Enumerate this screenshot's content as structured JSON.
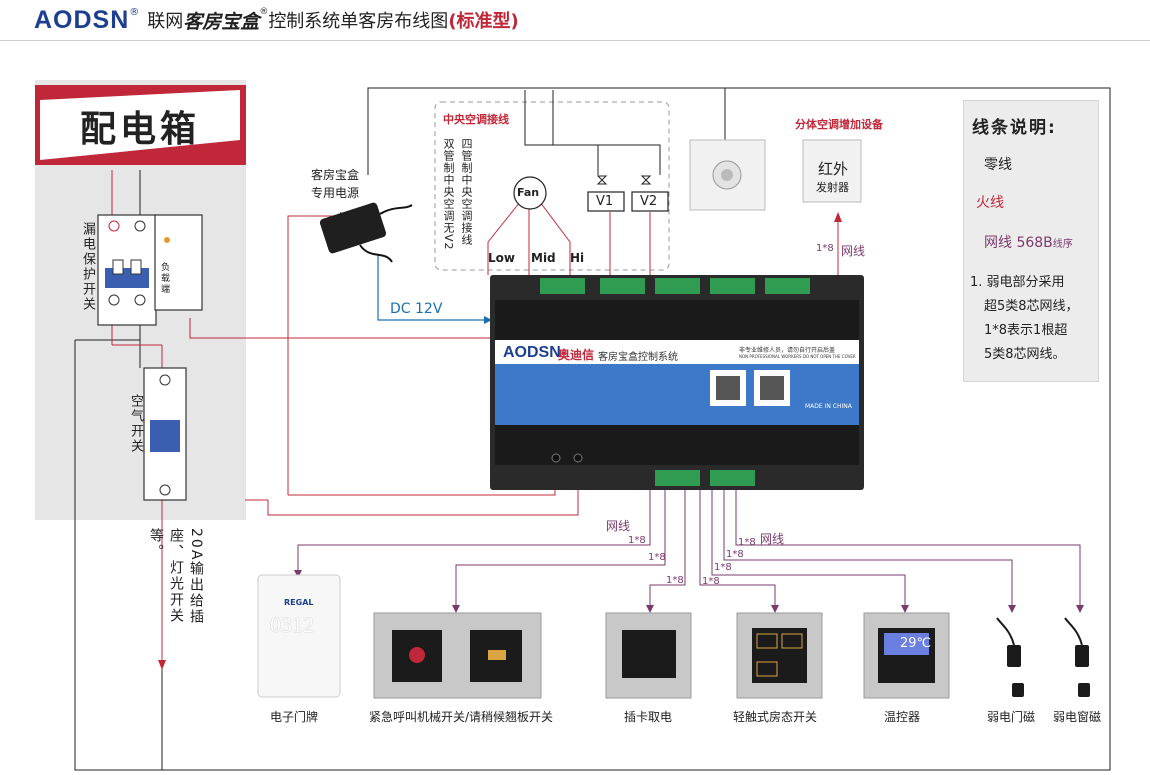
{
  "header": {
    "brand": "AODSN",
    "title_prefix": "联网",
    "title_product": "客房宝盒",
    "registered": "®",
    "title_main": "控制系统单客房布线图",
    "title_type": "(标准型)"
  },
  "distribution_box": {
    "title": "配电箱",
    "leakage_switch": "漏电保护开关",
    "air_switch": "空气开关",
    "load_label": "负载端",
    "lighting_output": "20A输出给插座、灯光开关等。"
  },
  "power_supply": {
    "label_line1": "客房宝盒",
    "label_line2": "专用电源",
    "dc": "DC 12V"
  },
  "central_ac": {
    "title": "中央空调接线",
    "four_pipe": "四管制中央空调接线",
    "two_pipe": "双管制中央空调无V2",
    "fan": "Fan",
    "v1": "V1",
    "v2": "V2",
    "speeds": [
      "Low",
      "Mid",
      "Hi"
    ]
  },
  "split_ac": {
    "title": "分体空调增加设备",
    "ir_line1": "红外",
    "ir_line2": "发射器",
    "cable": "1*8",
    "cable_name": "网线"
  },
  "controller": {
    "brand": "AODSN",
    "brand_cn": "奥迪信",
    "name": "客房宝盒控制系统",
    "warning": "非专业维修人员，请勿自行开启后盖",
    "warning_en": "NON PROFESSIONAL WORKERS DO NOT OPEN THE COVER",
    "made_in": "MADE IN CHINA"
  },
  "legend": {
    "title": "线条说明:",
    "neutral": "零线",
    "live": "火线",
    "network": "网线 568B",
    "network_suffix": "线序",
    "notes": [
      "1. 弱电部分采用",
      "超5类8芯网线，",
      "1*8表示1根超",
      "5类8芯网线。"
    ],
    "colors": {
      "neutral": "#222222",
      "live": "#c0283a",
      "network": "#7b3a6d",
      "dc": "#1a6fb0"
    }
  },
  "cable_labels": {
    "net": "网线",
    "spec": "1*8"
  },
  "devices": [
    {
      "name": "电子门牌",
      "room": "0312",
      "brand": "REGAL"
    },
    {
      "name": "紧急呼叫机械开关/请稍候翘板开关"
    },
    {
      "name": "插卡取电"
    },
    {
      "name": "轻触式房态开关"
    },
    {
      "name": "温控器",
      "display": "29℃"
    },
    {
      "name": "弱电门磁"
    },
    {
      "name": "弱电窗磁"
    }
  ]
}
